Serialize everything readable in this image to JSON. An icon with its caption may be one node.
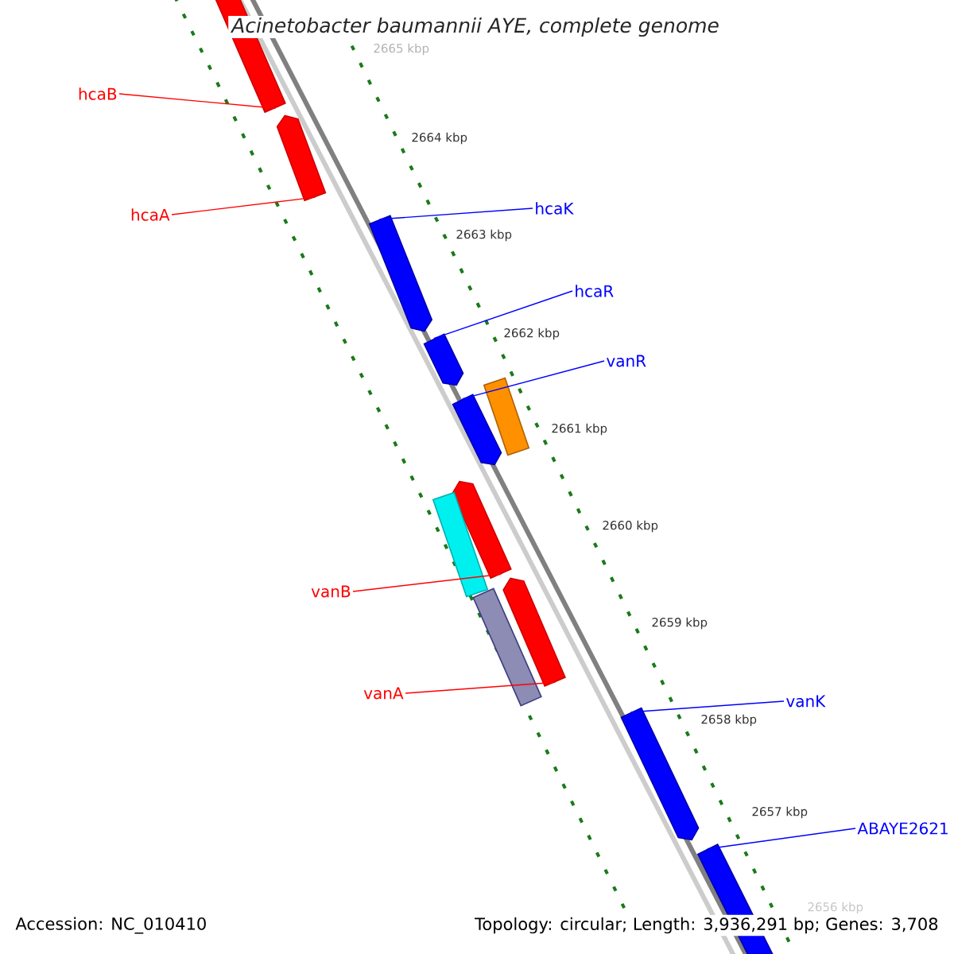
{
  "diagram": {
    "title": "Acinetobacter baumannii AYE, complete genome",
    "nodes": [
      {
        "text": [
          "hcaB"
        ]
      },
      {
        "text": [
          "hcaA"
        ]
      },
      {
        "text": [
          "hcaK"
        ]
      },
      {
        "text": [
          "hcaR"
        ]
      },
      {
        "text": [
          "vanR"
        ]
      },
      {
        "text": [
          "vanB"
        ]
      },
      {
        "text": [
          "vanA"
        ]
      },
      {
        "text": [
          "vanK"
        ]
      },
      {
        "text": [
          "ABAYE2621"
        ]
      },
      {
        "text": [],
        "shape": "bar"
      },
      {
        "text": [],
        "shape": "bar"
      },
      {
        "text": [],
        "shape": "bar"
      },
      {
        "text": [],
        "shape": "bar"
      },
      {
        "text": [],
        "shape": "box"
      },
      {
        "text": [],
        "shape": "bar"
      },
      {
        "text": [],
        "shape": "bar"
      },
      {
        "text": [],
        "shape": "box"
      },
      {
        "text": [],
        "shape": "bar"
      },
      {
        "text": [],
        "shape": "box"
      },
      {
        "text": [],
        "shape": "bar"
      },
      {
        "text": [],
        "shape": "bar"
      }
    ],
    "edges": [
      {
        "from": 0,
        "to": 9,
        "arrow": "none",
        "color": "#ff0000"
      },
      {
        "from": 1,
        "to": 10,
        "arrow": "none",
        "color": "#ff0000"
      },
      {
        "from": 2,
        "to": 11,
        "arrow": "none"
      },
      {
        "from": 3,
        "to": 12,
        "arrow": "none"
      },
      {
        "from": 4,
        "to": 14,
        "arrow": "none"
      },
      {
        "from": 5,
        "to": 15,
        "arrow": "none",
        "color": "#ff0000"
      },
      {
        "from": 6,
        "to": 17,
        "arrow": "none",
        "color": "#ff0000"
      },
      {
        "from": 7,
        "to": 19,
        "arrow": "none"
      },
      {
        "from": 8,
        "to": 20,
        "arrow": "none"
      }
    ],
    "labels": [
      "2665 kbp",
      "2664 kbp",
      "2663 kbp",
      "2662 kbp",
      "2661 kbp",
      "2660 kbp",
      "2659 kbp",
      "2658 kbp",
      "2657 kbp",
      "2656 kbp",
      "Accession: NC_010410",
      "Topology: circular; Length: 3,936,291 bp; Genes: 3,708"
    ]
  }
}
